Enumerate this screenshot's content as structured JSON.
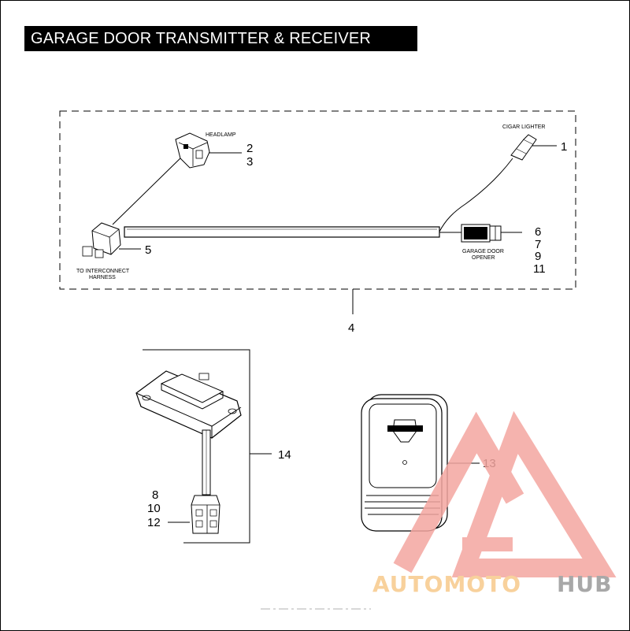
{
  "title": "GARAGE DOOR TRANSMITTER & RECEIVER",
  "labels": {
    "headlamp": "HEADLAMP",
    "cigar_lighter": "CIGAR LIGHTER",
    "interconnect_1": "TO INTERCONNECT",
    "interconnect_2": "HARNESS",
    "garage_door_1": "GARAGE DOOR",
    "garage_door_2": "OPENER"
  },
  "callouts": {
    "c1": "1",
    "c2": "2",
    "c3": "3",
    "c4": "4",
    "c5": "5",
    "c6": "6",
    "c7": "7",
    "c9": "9",
    "c11": "11",
    "c8": "8",
    "c10": "10",
    "c12": "12",
    "c13": "13",
    "c14": "14"
  },
  "watermark": {
    "part1": "AUTOMOTO",
    "part2": "HUB",
    "color_primary": "#f4a6a0",
    "color_secondary": "#f7c98b",
    "color_gray": "#9a9a9a"
  }
}
